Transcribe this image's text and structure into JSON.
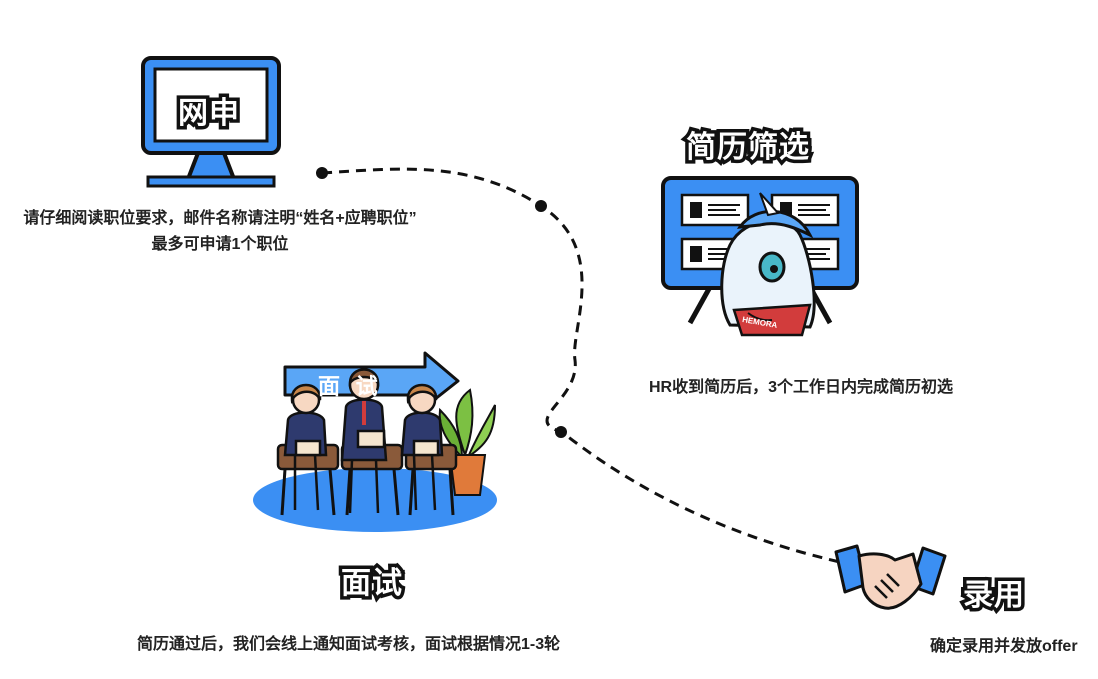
{
  "steps": [
    {
      "title": "网申",
      "desc_line1": "请仔细阅读职位要求，邮件名称请注明“姓名+应聘职位”",
      "desc_line2": "最多可申请1个职位"
    },
    {
      "title": "简历筛选",
      "desc": "HR收到简历后，3个工作日内完成简历初选"
    },
    {
      "title": "面试",
      "banner_text": "面 试",
      "desc": "简历通过后，我们会线上通知面试考核，面试根据情况1-3轮"
    },
    {
      "title": "录用",
      "desc": "确定录用并发放offer"
    }
  ],
  "mascot_badge": "HEMORA",
  "colors": {
    "blue": "#3b8ff3",
    "light_blue": "#5aa6f6",
    "outline": "#111111",
    "path": "#111111"
  }
}
